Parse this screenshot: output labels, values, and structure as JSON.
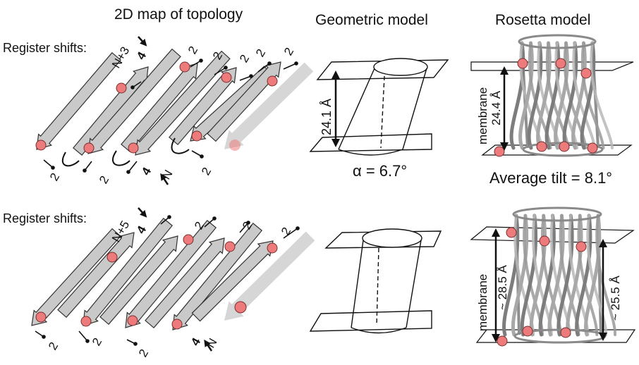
{
  "titles": {
    "topology": "2D map of topology",
    "geometric": "Geometric model",
    "rosetta": "Rosetta model"
  },
  "register_label": "Register shifts:",
  "top_row": {
    "register_shift": "N+3",
    "register_value": "4",
    "shift_upper": [
      "2",
      "2",
      "2",
      "2",
      "2"
    ],
    "shift_lower": [
      "2",
      "2",
      "2"
    ],
    "bottom_value": "4",
    "terminus": "N",
    "geometric_height": "24.1 Å",
    "alpha": "α = 6.7°",
    "rosetta_membrane": "membrane",
    "rosetta_height": "24.4 Å",
    "average_tilt": "Average tilt = 8.1°"
  },
  "bottom_row": {
    "register_shift": "N+5",
    "register_value": "4",
    "shift_upper": [
      "2",
      "2",
      "2"
    ],
    "shift_lower": [
      "2",
      "2",
      "2"
    ],
    "bottom_value": "4",
    "terminus": "N",
    "rosetta_membrane": "membrane",
    "rosetta_height_left": "~ 28.5 Å",
    "rosetta_height_right": "~ 25.5 Å"
  },
  "colors": {
    "strand_fill": "#c9c9c9",
    "strand_stroke": "#333333",
    "faded_strand": "#d6d6d6",
    "residue_dot": "#ee7b7b",
    "barrel_gray": "#8f8f8f"
  }
}
